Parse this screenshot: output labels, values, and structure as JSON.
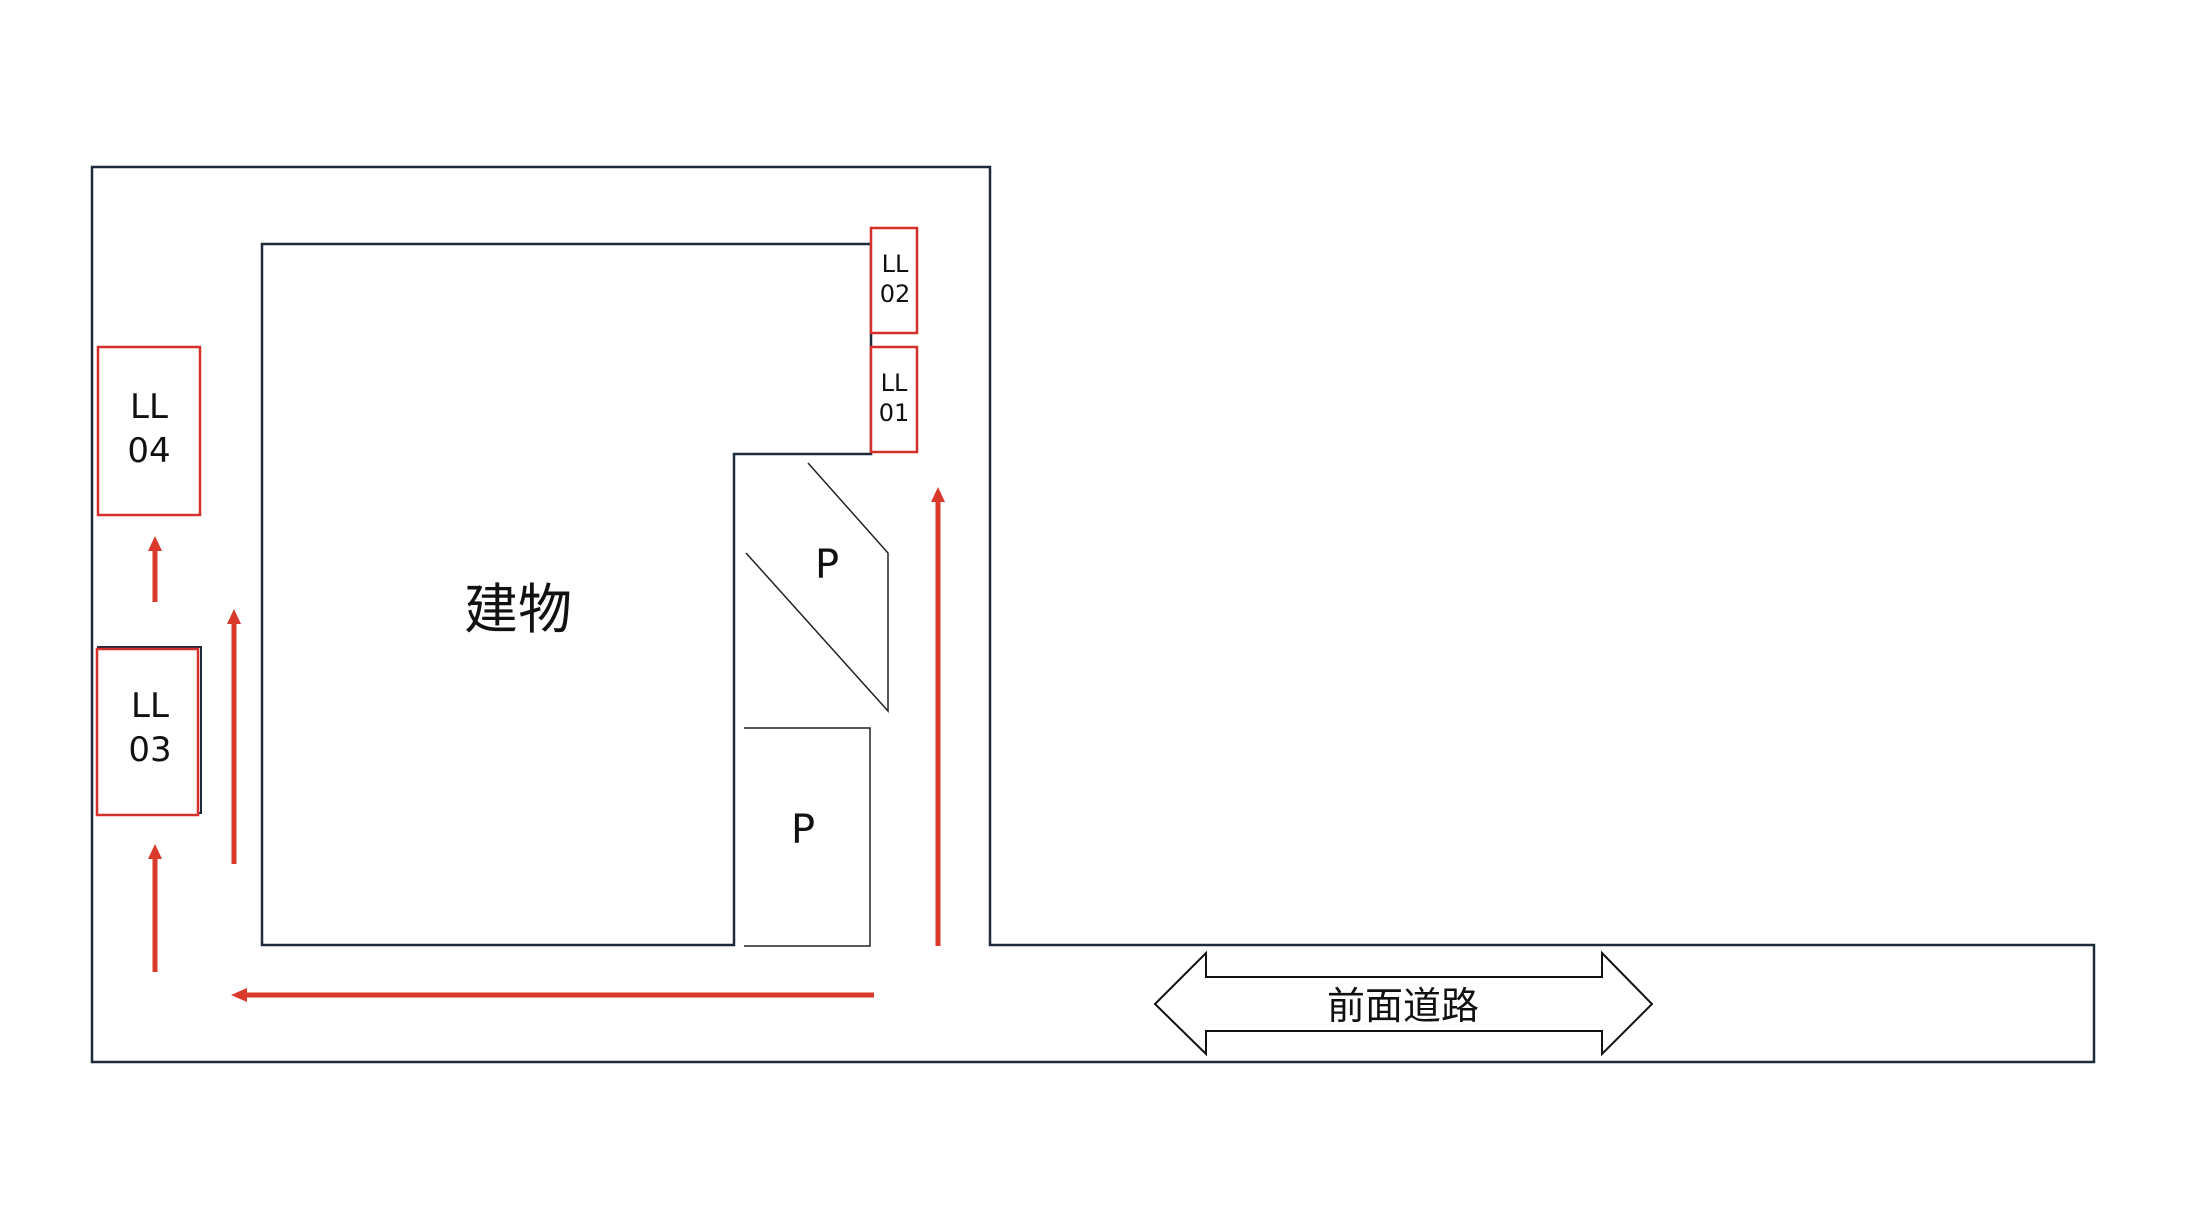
{
  "building": {
    "label": "建物"
  },
  "parking": [
    {
      "label": "P"
    },
    {
      "label": "P"
    }
  ],
  "lockers": [
    {
      "line1": "LL",
      "line2": "01"
    },
    {
      "line1": "LL",
      "line2": "02"
    },
    {
      "line1": "LL",
      "line2": "03"
    },
    {
      "line1": "LL",
      "line2": "04"
    }
  ],
  "road": {
    "label": "前面道路"
  },
  "colors": {
    "route": "#d93a2b",
    "locker_border": "#d6302a",
    "outline": "#1c2a3a"
  }
}
